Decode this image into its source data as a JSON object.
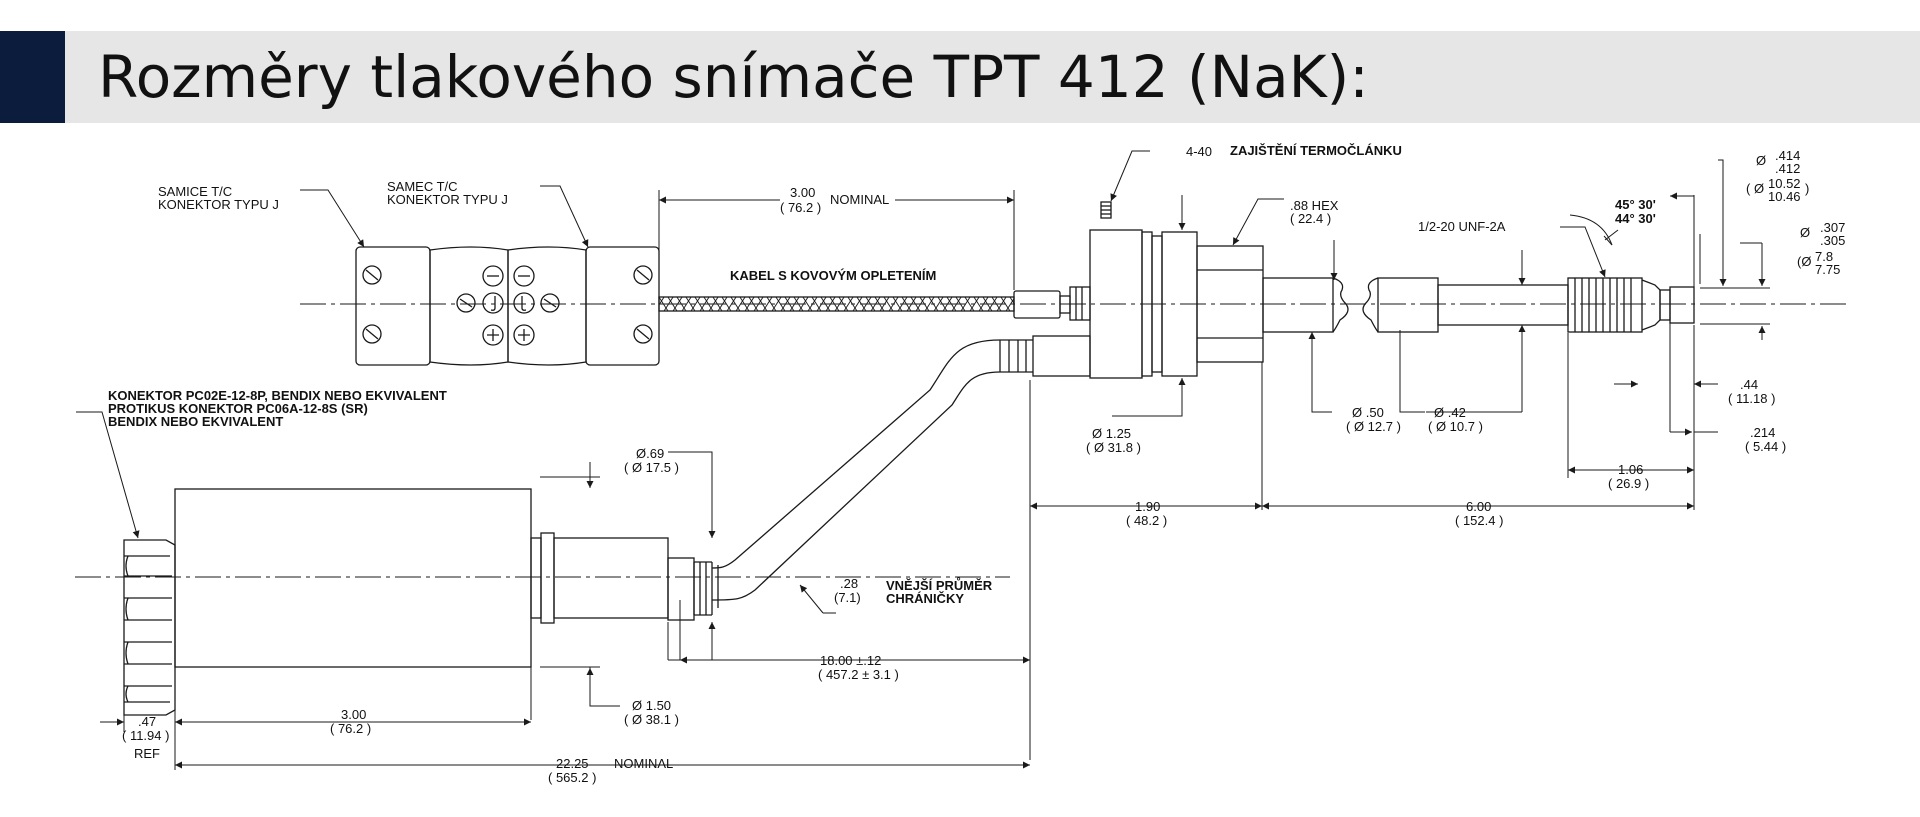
{
  "title": "Rozměry tlakového snímače TPT 412 (NaK):",
  "colors": {
    "accent": "#0b1c3d",
    "title_bar": "#e6e6e6",
    "line": "#1a1a1a"
  },
  "notes": {
    "female_tc_1": "SAMICE T/C",
    "female_tc_2": "KONEKTOR TYPU J",
    "male_tc_1": "SAMEC T/C",
    "male_tc_2": "KONEKTOR TYPU J",
    "cable": "KABEL S KOVOVÝM OPLETENÍM",
    "thermocouple_lock": "ZAJIŠTĚNÍ TERMOČLÁNKU",
    "connector_1": "KONEKTOR PC02E-12-8P, BENDIX NEBO EKVIVALENT",
    "connector_2": "PROTIKUS KONEKTOR PC06A-12-8S (SR)",
    "connector_3": "BENDIX NEBO EKVIVALENT",
    "outer_diam_1": "VNĚJŠÍ PRŮMĚR",
    "outer_diam_2": "CHRÁNIČKY"
  },
  "dims": {
    "cable_len_in": "3.00",
    "cable_len_mm": "( 76.2 )",
    "nominal": "NOMINAL",
    "screw": "4-40",
    "hex_in": ".88 HEX",
    "hex_mm": "( 22.4 )",
    "thread": "1/2-20 UNF-2A",
    "angle_1": "45° 30'",
    "angle_2": "44° 30'",
    "tip_d1_a": ".414",
    "tip_d1_b": ".412",
    "tip_d1_mm_a": "10.52",
    "tip_d1_mm_b": "10.46",
    "tip_d2_a": ".307",
    "tip_d2_b": ".305",
    "tip_d2_mm_a": "7.8",
    "tip_d2_mm_b": "7.75",
    "d125_in": "Ø 1.25",
    "d125_mm": "( Ø 31.8 )",
    "d50_in": "Ø .50",
    "d50_mm": "( Ø 12.7 )",
    "d42_in": "Ø .42",
    "d42_mm": "( Ø 10.7 )",
    "l44_in": ".44",
    "l44_mm": "( 11.18 )",
    "l214_in": ".214",
    "l214_mm": "( 5.44 )",
    "l106_in": "1.06",
    "l106_mm": "( 26.9 )",
    "l190_in": "1.90",
    "l190_mm": "( 48.2 )",
    "l600_in": "6.00",
    "l600_mm": "( 152.4 )",
    "d69_in": "Ø.69",
    "d69_mm": "( Ø 17.5 )",
    "d28_in": ".28",
    "d28_mm": "(7.1)",
    "l18_in": "18.00  ±.12",
    "l18_mm": "( 457.2 ± 3.1 )",
    "d150_in": "Ø 1.50",
    "d150_mm": "( Ø 38.1 )",
    "l47_in": ".47",
    "l47_mm": "( 11.94 )",
    "ref": "REF",
    "l300_in": "3.00",
    "l300_mm": "( 76.2 )",
    "l2225_in": "22.25",
    "l2225_mm": "( 565.2 )"
  }
}
